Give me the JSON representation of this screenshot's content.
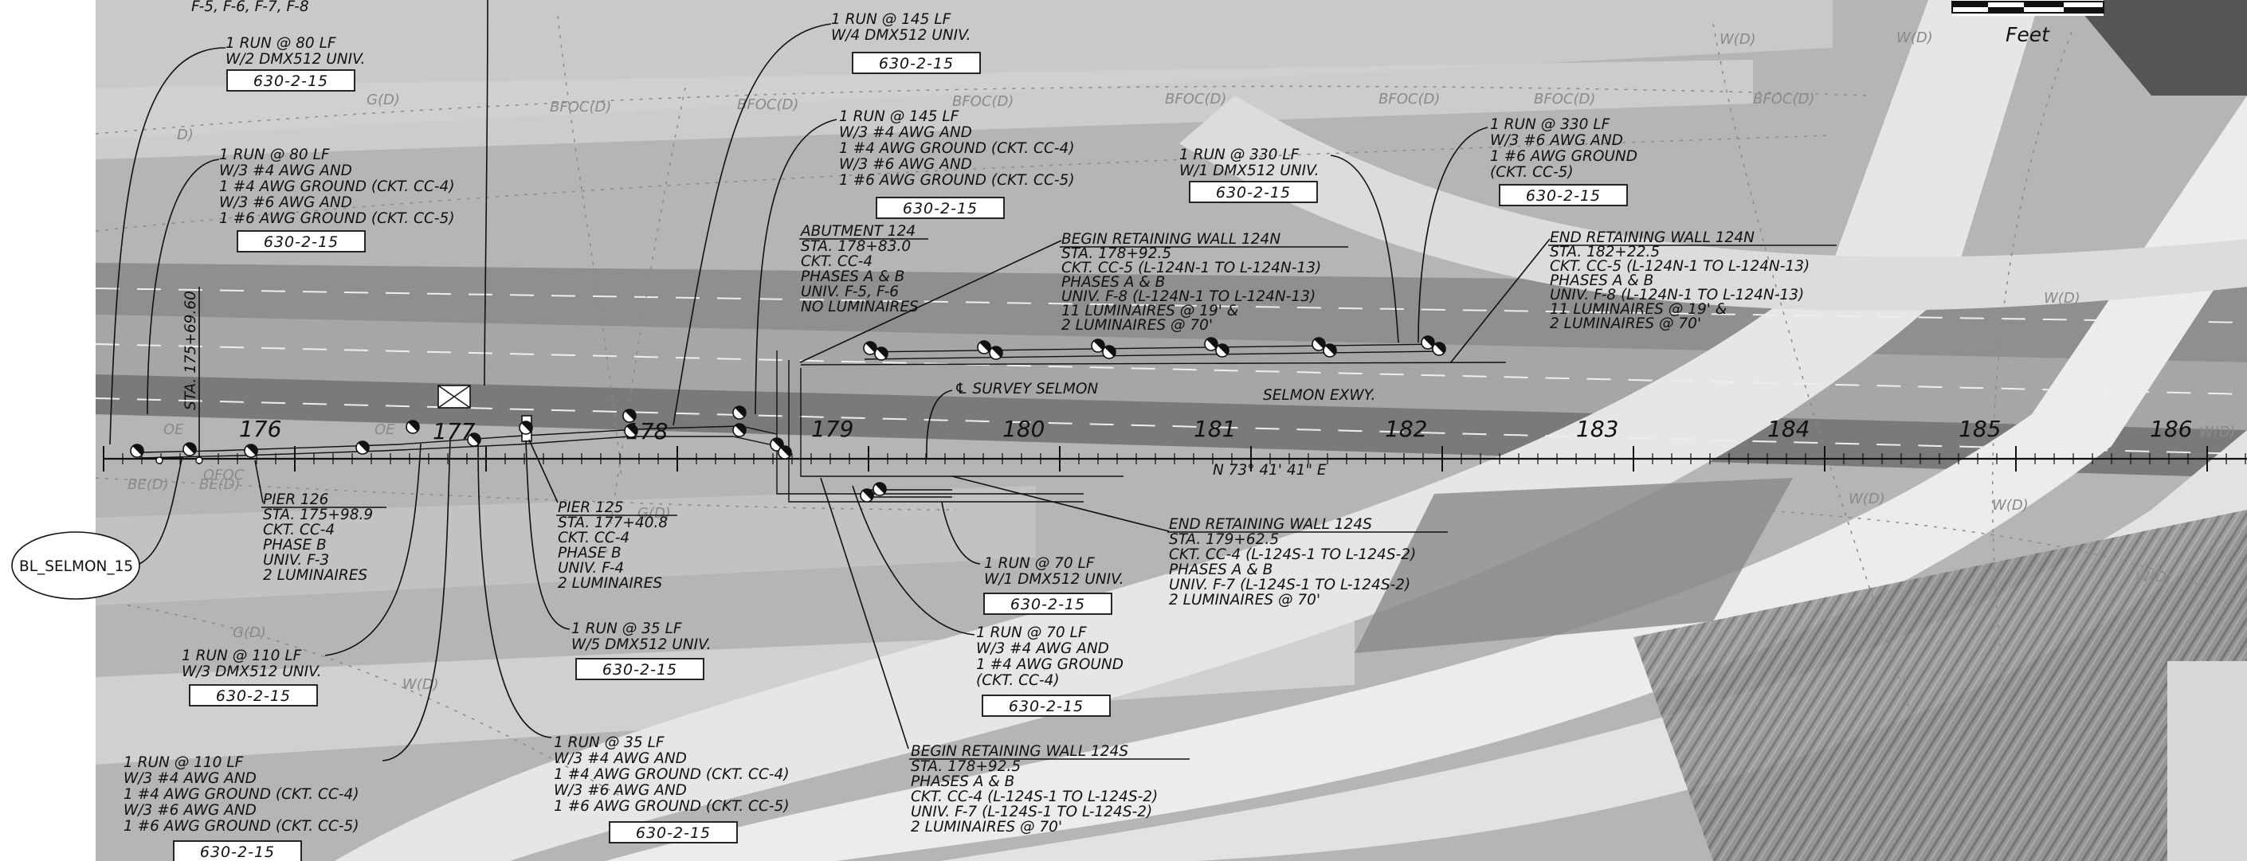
{
  "scale_bar": {
    "unit_label": "Feet"
  },
  "top_fragment": "F-5, F-6, F-7, F-8",
  "stations": [
    "176",
    "177",
    "178",
    "179",
    "180",
    "181",
    "182",
    "183",
    "184",
    "185",
    "186"
  ],
  "station_call": "STA. 175+69.60",
  "bearing": "N 73° 41' 41\" E",
  "survey_label": "℄ SURVEY SELMON",
  "road_label": "SELMON EXWY.",
  "baseline_bubble": "BL_SELMON_15",
  "faint_labels": [
    "BFOC(D)",
    "BFOC(D)",
    "BFOC(D)",
    "BFOC(D)",
    "BFOC(D)",
    "BFOC(D)",
    "BFOC(D)",
    "G(D)",
    "G(D)",
    "W(D)",
    "W(D)",
    "W(D)",
    "W(D)",
    "W(D)",
    "W(D)",
    "W(D)",
    "BE(D)",
    "BE(D)",
    "OFOC",
    "OE",
    "OE",
    "D)",
    "G(D)",
    "W(D)"
  ],
  "callouts": [
    {
      "lines": [
        "1 RUN @ 80 LF",
        "W/2 DMX512 UNIV."
      ],
      "code": "630-2-15"
    },
    {
      "lines": [
        "1 RUN @ 80 LF",
        "W/3 #4 AWG AND",
        "1 #4 AWG GROUND (CKT. CC-4)",
        "W/3 #6 AWG AND",
        "1 #6 AWG GROUND (CKT. CC-5)"
      ],
      "code": "630-2-15"
    },
    {
      "lines": [
        "1 RUN @ 145 LF",
        "W/4 DMX512 UNIV."
      ],
      "code": "630-2-15"
    },
    {
      "lines": [
        "1 RUN @ 145 LF",
        "W/3 #4 AWG AND",
        "1 #4 AWG GROUND (CKT. CC-4)",
        "W/3 #6 AWG AND",
        "1 #6 AWG GROUND (CKT. CC-5)"
      ],
      "code": "630-2-15"
    },
    {
      "lines": [
        "1 RUN @ 330 LF",
        "W/1 DMX512 UNIV."
      ],
      "code": "630-2-15"
    },
    {
      "lines": [
        "1 RUN @ 330 LF",
        "W/3 #6 AWG AND",
        "1 #6 AWG GROUND",
        "(CKT. CC-5)"
      ],
      "code": "630-2-15"
    },
    {
      "lines": [
        "1 RUN @ 110 LF",
        "W/3 DMX512 UNIV."
      ],
      "code": "630-2-15"
    },
    {
      "lines": [
        "1 RUN @ 110 LF",
        "W/3 #4 AWG AND",
        "1 #4 AWG GROUND (CKT. CC-4)",
        "W/3 #6 AWG AND",
        "1 #6 AWG GROUND (CKT. CC-5)"
      ],
      "code": "630-2-15"
    },
    {
      "lines": [
        "1 RUN @ 35 LF",
        "W/5 DMX512 UNIV."
      ],
      "code": "630-2-15"
    },
    {
      "lines": [
        "1 RUN @ 35 LF",
        "W/3 #4 AWG AND",
        "1 #4 AWG GROUND (CKT. CC-4)",
        "W/3 #6 AWG AND",
        "1 #6 AWG GROUND (CKT. CC-5)"
      ],
      "code": "630-2-15"
    },
    {
      "lines": [
        "1 RUN @ 70 LF",
        "W/1 DMX512 UNIV."
      ],
      "code": "630-2-15"
    },
    {
      "lines": [
        "1 RUN @ 70 LF",
        "W/3 #4 AWG AND",
        "1 #4 AWG GROUND",
        "(CKT. CC-4)"
      ],
      "code": "630-2-15"
    }
  ],
  "structures": [
    {
      "title": "ABUTMENT 124",
      "lines": [
        "STA. 178+83.0",
        "CKT. CC-4",
        "PHASES A & B",
        "UNIV. F-5, F-6",
        "NO LUMINAIRES"
      ]
    },
    {
      "title": "BEGIN RETAINING WALL 124N",
      "lines": [
        "STA. 178+92.5",
        "CKT. CC-5 (L-124N-1 TO L-124N-13)",
        "PHASES A & B",
        "UNIV. F-8 (L-124N-1 TO L-124N-13)",
        "11 LUMINAIRES @ 19' &",
        "2 LUMINAIRES @ 70'"
      ]
    },
    {
      "title": "END RETAINING WALL 124N",
      "lines": [
        "STA. 182+22.5",
        "CKT. CC-5 (L-124N-1 TO L-124N-13)",
        "PHASES A & B",
        "UNIV. F-8 (L-124N-1 TO L-124N-13)",
        "11 LUMINAIRES @ 19' &",
        "2 LUMINAIRES @ 70'"
      ]
    },
    {
      "title": "PIER 126",
      "lines": [
        "STA. 175+98.9",
        "CKT. CC-4",
        "PHASE B",
        "UNIV. F-3",
        "2 LUMINAIRES"
      ]
    },
    {
      "title": "PIER 125",
      "lines": [
        "STA. 177+40.8",
        "CKT. CC-4",
        "PHASE B",
        "UNIV. F-4",
        "2 LUMINAIRES"
      ]
    },
    {
      "title": "END RETAINING WALL 124S",
      "lines": [
        "STA. 179+62.5",
        "CKT. CC-4 (L-124S-1 TO L-124S-2)",
        "PHASES A & B",
        "UNIV. F-7 (L-124S-1 TO L-124S-2)",
        "2 LUMINAIRES @ 70'"
      ]
    },
    {
      "title": "BEGIN RETAINING WALL 124S",
      "lines": [
        "STA. 178+92.5",
        "PHASES A & B",
        "CKT. CC-4 (L-124S-1 TO L-124S-2)",
        "UNIV. F-7 (L-124S-1 TO L-124S-2)",
        "2 LUMINAIRES @ 70'"
      ]
    }
  ]
}
